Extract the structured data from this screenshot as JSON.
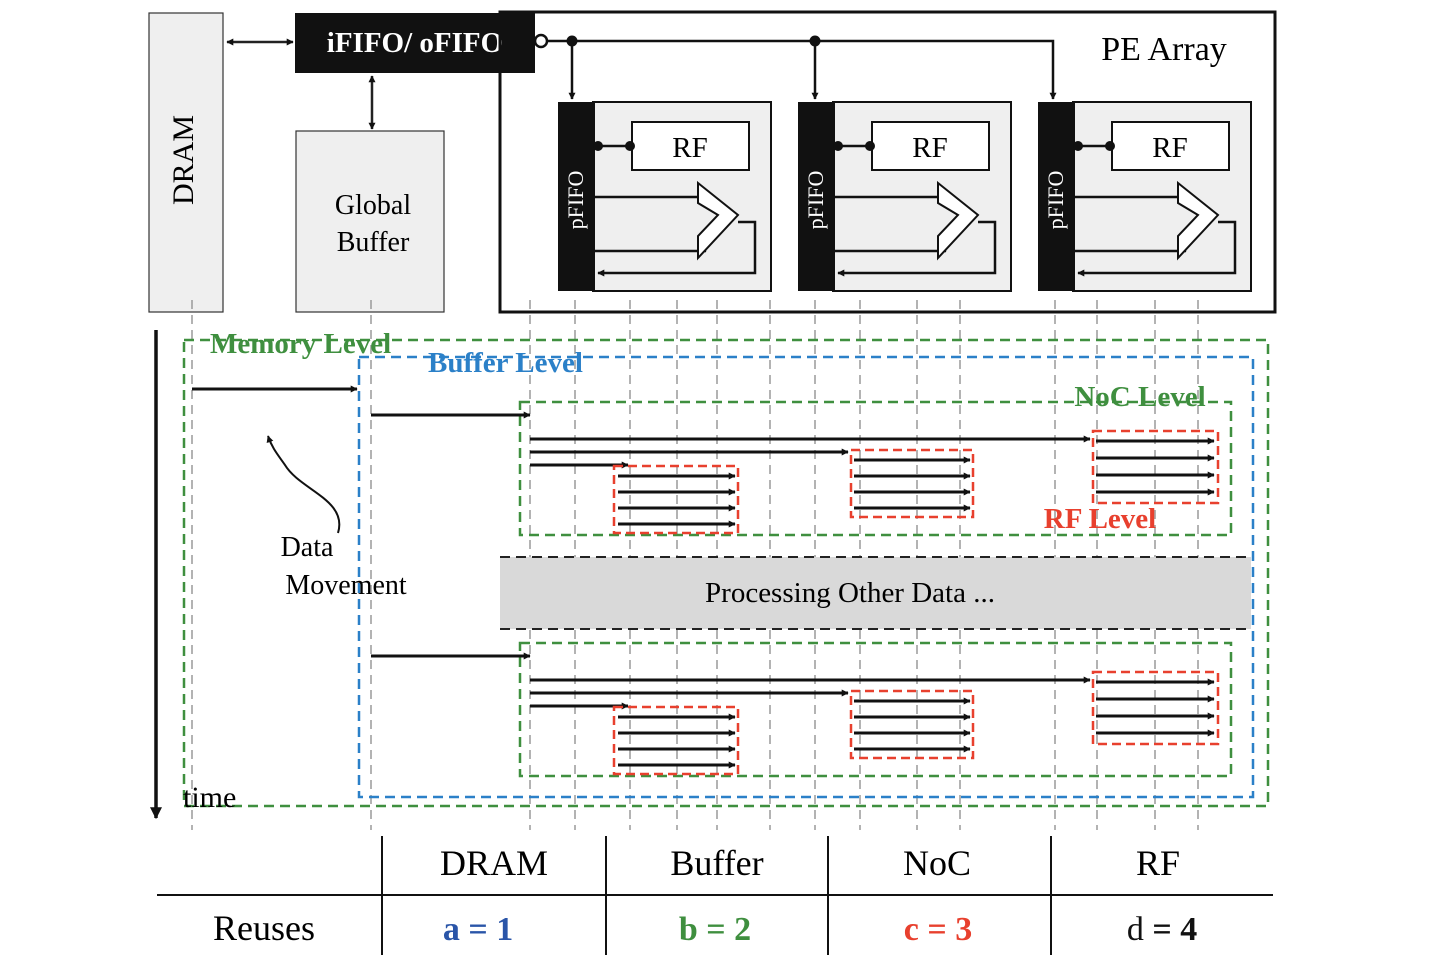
{
  "blocks": {
    "dram": "DRAM",
    "fifo": "iFIFO/ oFIFO",
    "global_buffer_line1": "Global",
    "global_buffer_line2": "Buffer",
    "pe_array": "PE Array",
    "pfifo": "pFIFO",
    "rf": "RF"
  },
  "levels": {
    "memory": "Memory Level",
    "buffer": "Buffer Level",
    "noc": "NoC Level",
    "rf": "RF Level"
  },
  "annotations": {
    "data_movement_line1": "Data",
    "data_movement_line2": "Movement",
    "processing": "Processing Other Data ...",
    "time": "time"
  },
  "table": {
    "headers": [
      "DRAM",
      "Buffer",
      "NoC",
      "RF"
    ],
    "row_label": "Reuses",
    "reuses": [
      {
        "var": "a",
        "eq": "=",
        "val": "1"
      },
      {
        "var": "b",
        "eq": "=",
        "val": "2"
      },
      {
        "var": "c",
        "eq": "=",
        "val": "3"
      },
      {
        "var": "d",
        "eq": "=",
        "val": "4"
      }
    ]
  },
  "colors": {
    "memory_level": "#3f8f3f",
    "buffer_level": "#2b80c8",
    "noc_level": "#3f8f3f",
    "rf_level": "#e8402e",
    "reuse_a": "#2a55a8",
    "reuse_b": "#3f8f3f",
    "reuse_c": "#e8402e",
    "reuse_d": "#111111",
    "block_fill": "#efefef",
    "processing_fill": "#d9d9d9"
  }
}
